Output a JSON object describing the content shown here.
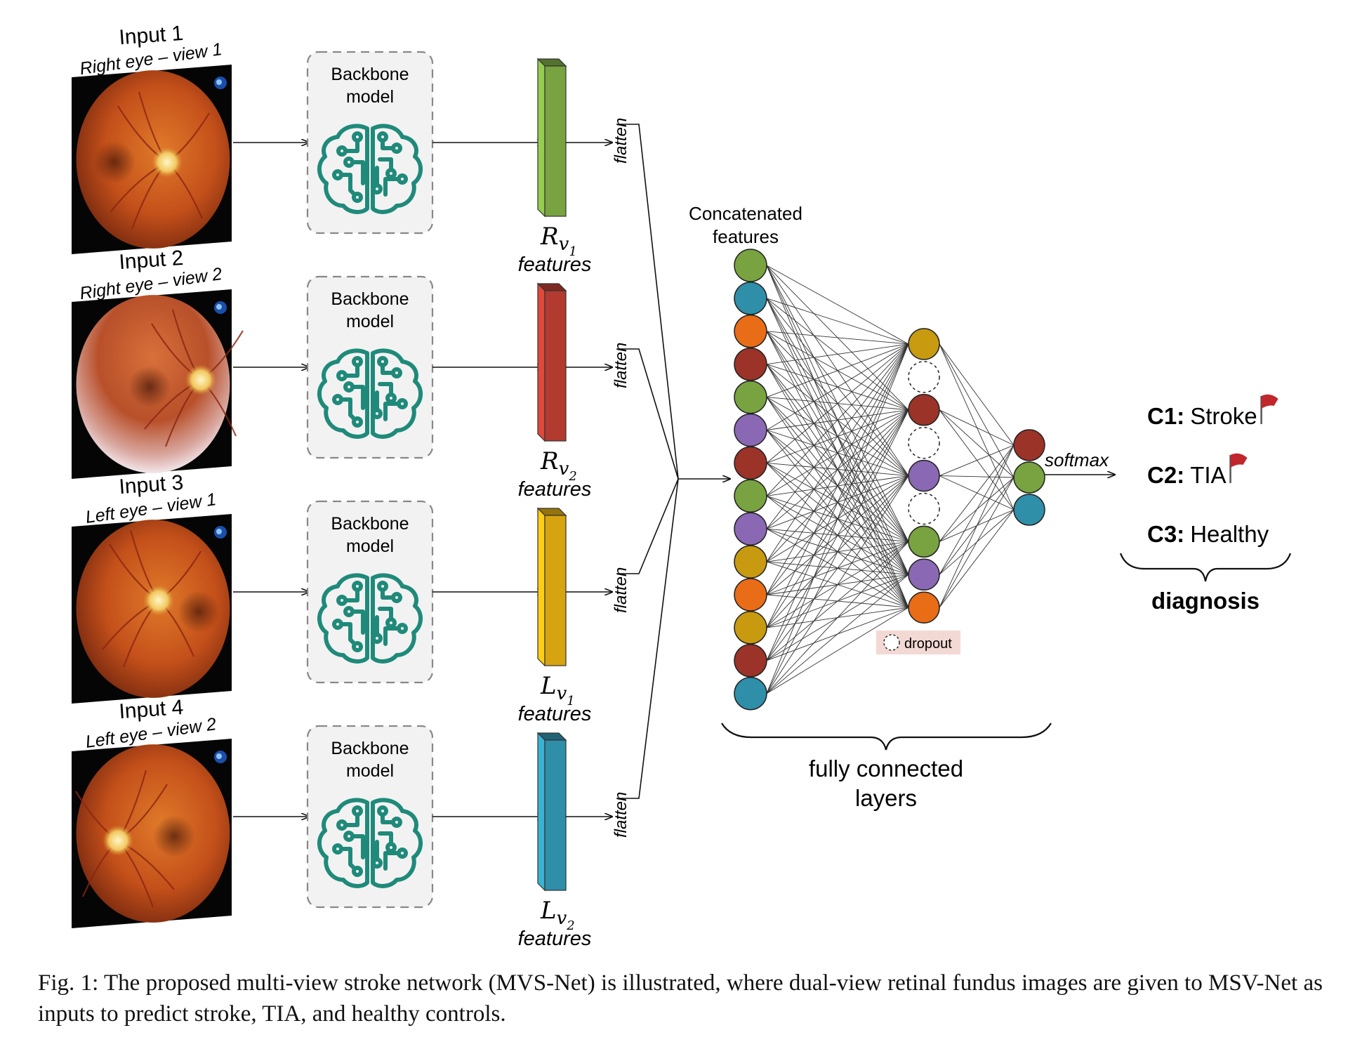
{
  "inputs": [
    {
      "title": "Input 1",
      "view": "Right eye – view 1",
      "features_symbol": "R",
      "features_sub": "v",
      "features_subsub": "1",
      "features_word": "features",
      "feature_color": "#78a340",
      "backbone_l1": "Backbone",
      "backbone_l2": "model",
      "flatten": "flatten"
    },
    {
      "title": "Input 2",
      "view": "Right eye – view 2",
      "features_symbol": "R",
      "features_sub": "v",
      "features_subsub": "2",
      "features_word": "features",
      "feature_color": "#b23a2f",
      "backbone_l1": "Backbone",
      "backbone_l2": "model",
      "flatten": "flatten"
    },
    {
      "title": "Input 3",
      "view": "Left eye – view 1",
      "features_symbol": "L",
      "features_sub": "v",
      "features_subsub": "1",
      "features_word": "features",
      "feature_color": "#d6a411",
      "backbone_l1": "Backbone",
      "backbone_l2": "model",
      "flatten": "flatten"
    },
    {
      "title": "Input 4",
      "view": "Left eye – view 2",
      "features_symbol": "L",
      "features_sub": "v",
      "features_subsub": "2",
      "features_word": "features",
      "feature_color": "#2f8ea8",
      "backbone_l1": "Backbone",
      "backbone_l2": "model",
      "flatten": "flatten"
    }
  ],
  "concat_label_l1": "Concatenated",
  "concat_label_l2": "features",
  "colors": {
    "green": "#78a340",
    "teal": "#2f8ea8",
    "orange": "#e96c17",
    "red": "#9c3328",
    "purple": "#8a68b3",
    "gold": "#c89a10",
    "brain": "#1f8a7a",
    "flag": "#c0262c"
  },
  "concat_nodes": [
    "green",
    "teal",
    "orange",
    "red",
    "green",
    "purple",
    "red",
    "green",
    "purple",
    "gold",
    "orange",
    "gold",
    "red",
    "teal"
  ],
  "hidden_nodes": [
    "gold",
    "dropout",
    "red",
    "dropout",
    "purple",
    "dropout",
    "green",
    "purple",
    "orange"
  ],
  "output_nodes": [
    "red",
    "green",
    "teal"
  ],
  "dropout_label": "dropout",
  "fc_label_l1": "fully connected",
  "fc_label_l2": "layers",
  "softmax_label": "softmax",
  "classes": [
    {
      "code": "C1:",
      "name": "Stroke",
      "flag": true
    },
    {
      "code": "C2:",
      "name": "TIA",
      "flag": true
    },
    {
      "code": "C3:",
      "name": "Healthy",
      "flag": false
    }
  ],
  "diagnosis_label": "diagnosis",
  "caption": "Fig. 1: The proposed multi-view stroke network (MVS-Net) is illustrated, where dual-view retinal fundus images are given to MSV-Net as inputs to predict stroke, TIA, and healthy controls."
}
